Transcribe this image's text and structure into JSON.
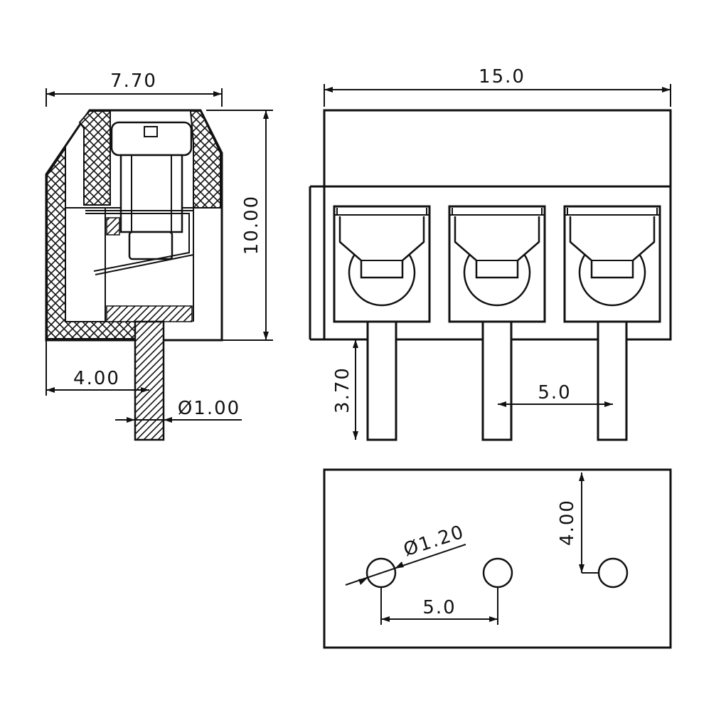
{
  "side_view": {
    "width_label": "7.70",
    "height_label": "10.00",
    "pin_offset_label": "4.00",
    "pin_diameter_label": "Ø1.00"
  },
  "front_view": {
    "width_label": "15.0",
    "pin_length_label": "3.70",
    "pitch_label": "5.0"
  },
  "footprint_view": {
    "hole_diameter_label": "Ø1.20",
    "pitch_label": "5.0",
    "row_offset_label": "4.00"
  }
}
